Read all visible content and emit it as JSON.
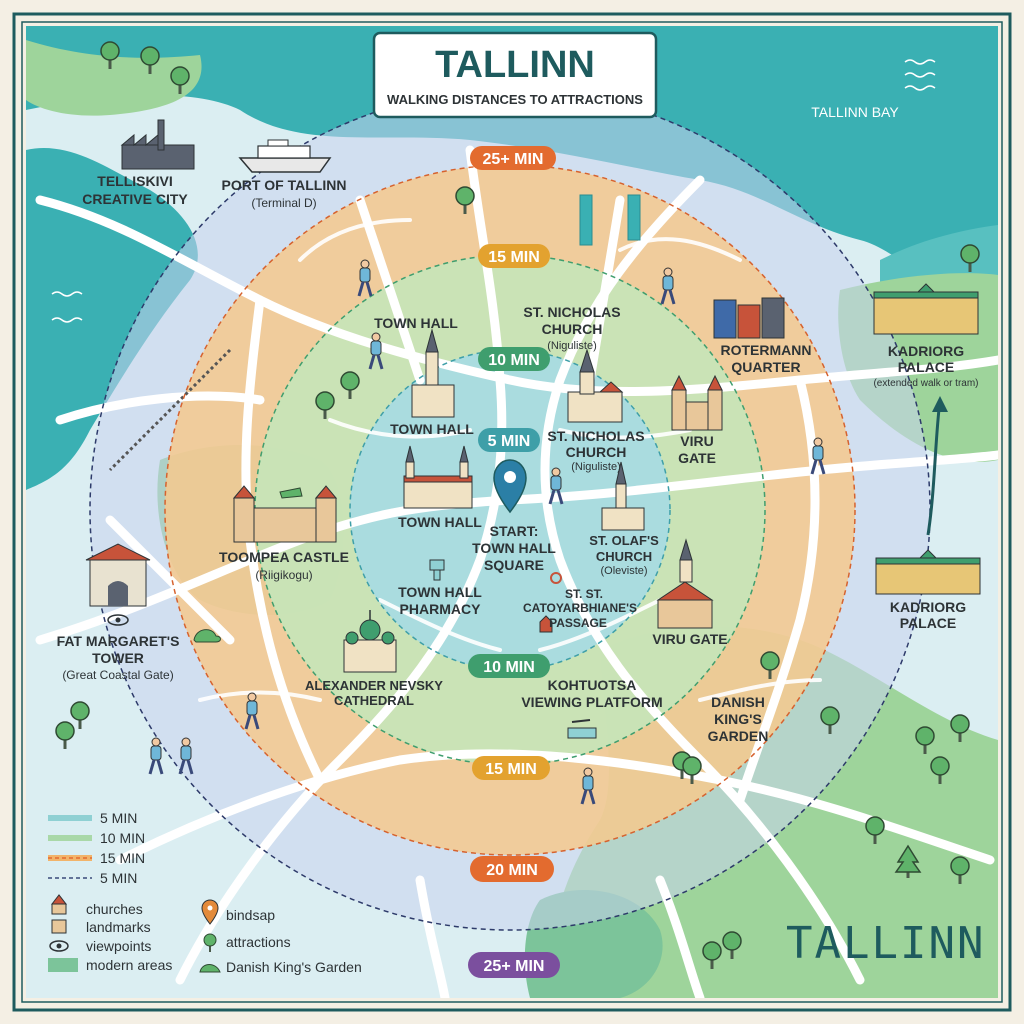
{
  "title": {
    "main": "TALLINN",
    "subtitle": "WALKING DISTANCES TO ATTRACTIONS"
  },
  "water_label": "TALLINN BAY",
  "watermark": "TALLINN",
  "rings": {
    "r5": {
      "label": "5 MIN",
      "color": "#3e9fa8"
    },
    "r10_top": {
      "label": "10 MIN",
      "color": "#3f9e6e"
    },
    "r10_bottom": {
      "label": "10 MIN",
      "color": "#3f9e6e"
    },
    "r15_top": {
      "label": "15 MIN",
      "color": "#e3a22f"
    },
    "r15_bottom": {
      "label": "15 MIN",
      "color": "#e3a22f"
    },
    "r20": {
      "label": "20 MIN",
      "color": "#e36b2f"
    },
    "r25_top": {
      "label": "25+ MIN",
      "color": "#e36b2f"
    },
    "r25_bottom": {
      "label": "25+ MIN",
      "color": "#7b4f9e"
    }
  },
  "start": {
    "line1": "START:",
    "line2": "TOWN HALL",
    "line3": "SQUARE"
  },
  "places": {
    "telliskivi": {
      "line1": "TELLISKIVI",
      "line2": "CREATIVE CITY"
    },
    "port": {
      "line1": "PORT OF TALLINN",
      "line2": "(Terminal D)"
    },
    "town_hall_a": {
      "line1": "TOWN HALL"
    },
    "town_hall_b": {
      "line1": "TOWN HALL"
    },
    "town_hall_c": {
      "line1": "TOWN HALL"
    },
    "st_nicholas_a": {
      "line1": "ST. NICHOLAS",
      "line2": "CHURCH",
      "line3": "(Niguliste)"
    },
    "st_nicholas_b": {
      "line1": "ST. NICHOLAS",
      "line2": "CHURCH",
      "line3": "(Niguliste)"
    },
    "rotermann": {
      "line1": "ROTERMANN",
      "line2": "QUARTER"
    },
    "kadriorg_a": {
      "line1": "KADRIORG",
      "line2": "PALACE",
      "line3": "(extended walk or tram)"
    },
    "kadriorg_b": {
      "line1": "KADRIORG",
      "line2": "PALACE"
    },
    "viru_a": {
      "line1": "VIRU",
      "line2": "GATE"
    },
    "viru_b": {
      "line1": "VIRU GATE"
    },
    "st_olaf": {
      "line1": "ST. OLAF'S",
      "line2": "CHURCH",
      "line3": "(Oleviste)"
    },
    "toompea": {
      "line1": "TOOMPEA CASTLE",
      "line2": "(Riigikogu)"
    },
    "fat_margaret": {
      "line1": "FAT MARGARET'S",
      "line2": "TOWER",
      "line3": "(Great Coastal Gate)"
    },
    "pharmacy": {
      "line1": "TOWN HALL",
      "line2": "PHARMACY"
    },
    "catherine": {
      "line1": "ST. ST.",
      "line2": "CATOYARBHIANE'S",
      "line3": "PASSAGE"
    },
    "nevsky": {
      "line1": "ALEXANDER NEVSKY",
      "line2": "CATHEDRAL"
    },
    "kohtuotsa": {
      "line1": "KOHTUOTSA",
      "line2": "VIEWING PLATFORM"
    },
    "danish": {
      "line1": "DANISH",
      "line2": "KING'S",
      "line3": "GARDEN"
    }
  },
  "legend": {
    "rings": [
      {
        "label": "5 MIN",
        "color": "#8fd0d3"
      },
      {
        "label": "10 MIN",
        "color": "#a9d8a8"
      },
      {
        "label": "15 MIN",
        "color": "#f2b46a"
      },
      {
        "label": "5 MIN",
        "color": "#3a4a7a"
      }
    ],
    "symbols": [
      {
        "label": "churches",
        "icon": "church-icon"
      },
      {
        "label": "landmarks",
        "icon": "landmark-icon"
      },
      {
        "label": "viewpoints",
        "icon": "eye-icon"
      },
      {
        "label": "modern areas",
        "icon": "modern-area-swatch"
      }
    ],
    "symbols2": [
      {
        "label": "bindsap",
        "icon": "map-pin-icon"
      },
      {
        "label": "attractions",
        "icon": "tree-icon"
      },
      {
        "label": "Danish King's Garden",
        "icon": "garden-icon"
      }
    ]
  },
  "colors": {
    "sea": "#3ab0b3",
    "land": "#dbeef2",
    "frame": "#1e5b5e"
  }
}
